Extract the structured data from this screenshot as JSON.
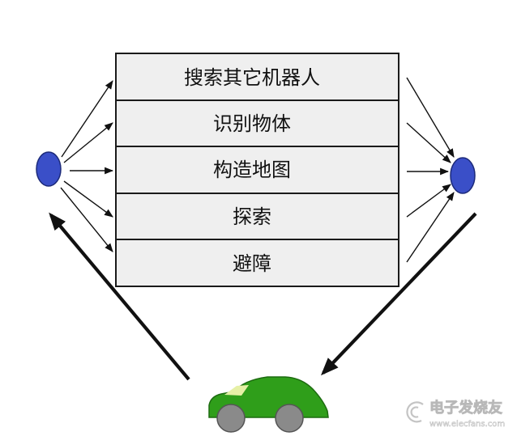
{
  "diagram": {
    "layers": [
      "搜索其它机器人",
      "识别物体",
      "构造地图",
      "探索",
      "避障"
    ]
  },
  "watermark": {
    "brand": "电子发烧友",
    "url": "www.elecfans.com"
  },
  "colors": {
    "node": "#3a4fc8",
    "car_body": "#2f9e1a",
    "car_wheel": "#8a8a8a",
    "layer_fill": "#efefef"
  },
  "icons": {
    "car": "car-icon",
    "watermark_logo": "swirl-logo-icon"
  }
}
